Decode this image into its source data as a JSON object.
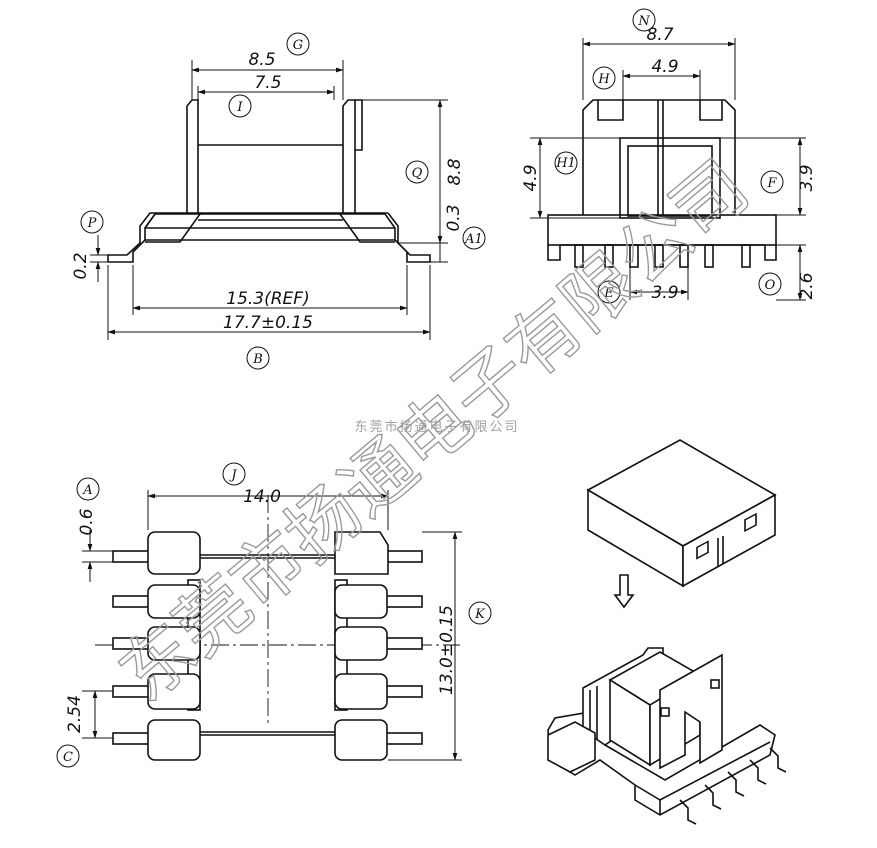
{
  "top_left_view": {
    "dims": {
      "g": "8.5",
      "i": "7.5",
      "q": "8.8",
      "a1": "0.3",
      "p": "0.2",
      "ref": "15.3(REF)",
      "b": "17.7±0.15"
    },
    "labels": {
      "g": "G",
      "i": "I",
      "q": "Q",
      "a1": "A1",
      "p": "P",
      "b": "B"
    }
  },
  "top_right_view": {
    "dims": {
      "n": "8.7",
      "h": "4.9",
      "h1": "4.9",
      "f": "3.9",
      "e": "3.9",
      "o": "2.6"
    },
    "labels": {
      "n": "N",
      "h": "H",
      "h1": "H1",
      "f": "F",
      "e": "E",
      "o": "O"
    }
  },
  "bottom_view": {
    "dims": {
      "j": "14.0",
      "a": "0.6",
      "k": "13.0±0.15",
      "c": "2.54"
    },
    "labels": {
      "j": "J",
      "a": "A",
      "k": "K",
      "c": "C"
    }
  },
  "watermark": {
    "large": "东莞市扬通电子有限公司",
    "small": "东莞市扬通电子有限公司"
  }
}
